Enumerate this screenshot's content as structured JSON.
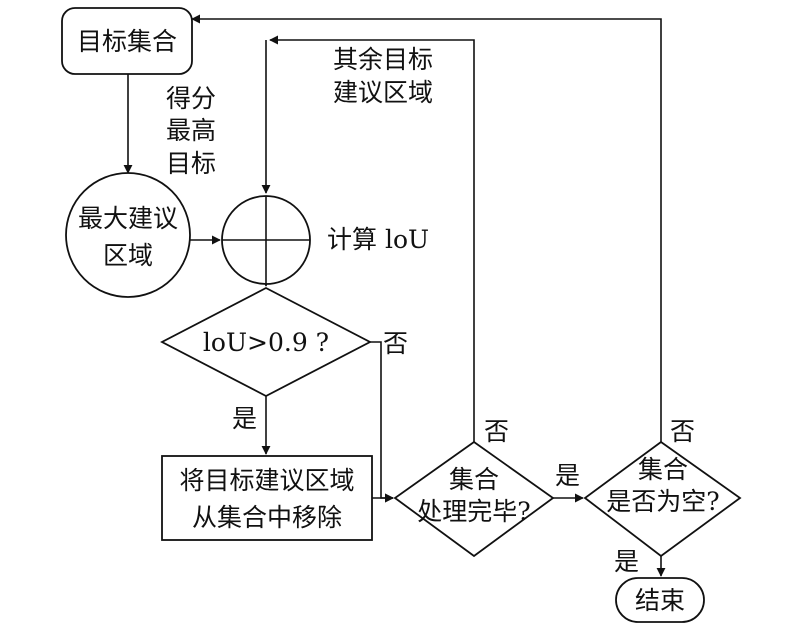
{
  "nodes": {
    "target_set": "目标集合",
    "max_region_l1": "最大建议",
    "max_region_l2": "区域",
    "compute_iou": "计算 loU",
    "iou_check": "loU>0.9 ?",
    "remove_box_l1": "将目标建议区域",
    "remove_box_l2": "从集合中移除",
    "processed_l1": "集合",
    "processed_l2": "处理完毕?",
    "empty_l1": "集合",
    "empty_l2": "是否为空?",
    "end": "结束"
  },
  "labels": {
    "highest_l1": "得分",
    "highest_l2": "最高",
    "highest_l3": "目标",
    "remaining_l1": "其余目标",
    "remaining_l2": "建议区域",
    "no_iou": "否",
    "yes_iou": "是",
    "no_processed": "否",
    "yes_processed": "是",
    "no_empty": "否",
    "yes_empty": "是"
  }
}
